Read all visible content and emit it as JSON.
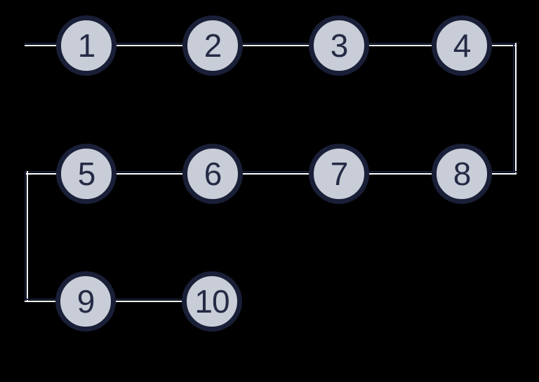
{
  "diagram": {
    "type": "numbered-step-flow",
    "background_color": "#000000",
    "node_fill_color": "#c8cdd8",
    "node_border_color": "#1a1f38",
    "node_text_color": "#252b45",
    "edge_dark_color": "#1a1f38",
    "edge_light_color": "#ffffff",
    "nodes": [
      {
        "label": "1"
      },
      {
        "label": "2"
      },
      {
        "label": "3"
      },
      {
        "label": "4"
      },
      {
        "label": "5"
      },
      {
        "label": "6"
      },
      {
        "label": "7"
      },
      {
        "label": "8"
      },
      {
        "label": "9"
      },
      {
        "label": "10"
      }
    ],
    "edges": [
      {
        "from": "start",
        "to": "1"
      },
      {
        "from": "1",
        "to": "2"
      },
      {
        "from": "2",
        "to": "3"
      },
      {
        "from": "3",
        "to": "4"
      },
      {
        "from": "4",
        "to": "8"
      },
      {
        "from": "5",
        "to": "6"
      },
      {
        "from": "6",
        "to": "7"
      },
      {
        "from": "7",
        "to": "8"
      },
      {
        "from": "5",
        "to": "9"
      },
      {
        "from": "9",
        "to": "10"
      }
    ]
  }
}
